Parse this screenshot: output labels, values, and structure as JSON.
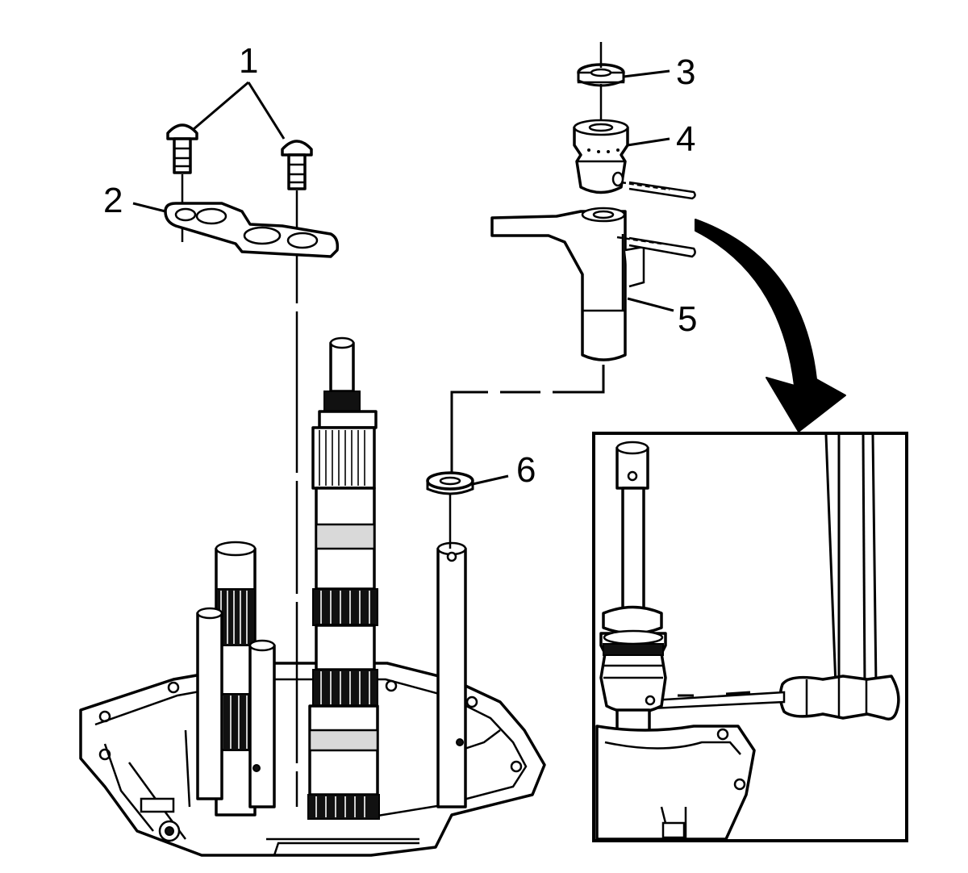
{
  "diagram": {
    "callouts": [
      {
        "id": "1",
        "label": "1"
      },
      {
        "id": "2",
        "label": "2"
      },
      {
        "id": "3",
        "label": "3"
      },
      {
        "id": "4",
        "label": "4"
      },
      {
        "id": "5",
        "label": "5"
      },
      {
        "id": "6",
        "label": "6"
      }
    ],
    "inset": {
      "direction_arrow": "curved-arrow-icon"
    }
  }
}
